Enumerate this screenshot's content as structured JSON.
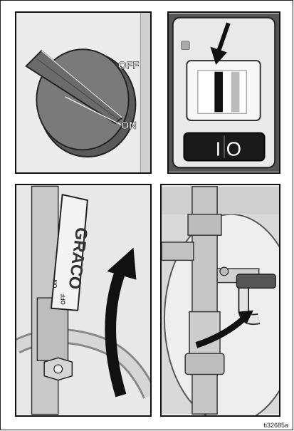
{
  "knob": {
    "off_label": "OFF",
    "on_label": "ON"
  },
  "switch": {
    "indicator_text": "I O"
  },
  "valve": {
    "brand_label": "GRACO",
    "on_label": "ON",
    "off_label": "OFF"
  },
  "figure": {
    "reference": "ti32685a"
  }
}
